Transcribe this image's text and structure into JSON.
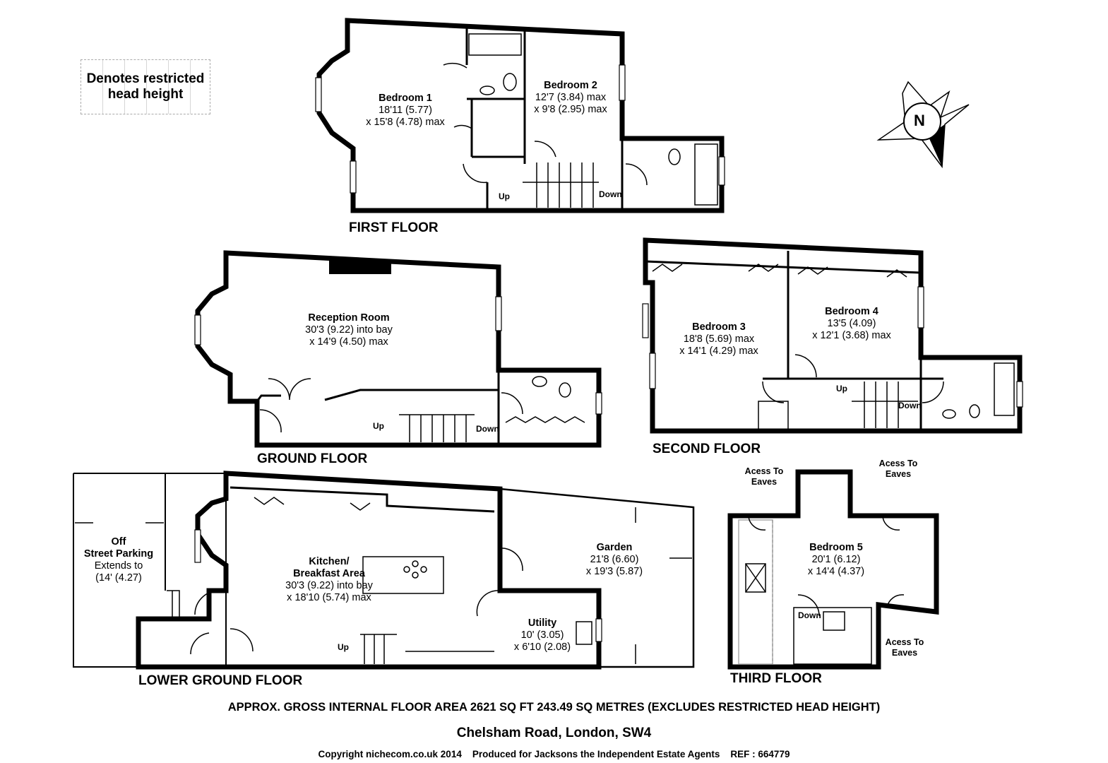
{
  "legend": {
    "text_line1": "Denotes restricted",
    "text_line2": "head height"
  },
  "compass": {
    "letter": "N"
  },
  "floors": {
    "first": "FIRST FLOOR",
    "ground": "GROUND FLOOR",
    "second": "SECOND FLOOR",
    "lower_ground": "LOWER GROUND FLOOR",
    "third": "THIRD FLOOR"
  },
  "rooms": {
    "bedroom1": {
      "name": "Bedroom 1",
      "dim1": "18'11 (5.77)",
      "dim2": "x 15'8 (4.78) max"
    },
    "bedroom2": {
      "name": "Bedroom 2",
      "dim1": "12'7 (3.84) max",
      "dim2": "x 9'8 (2.95) max"
    },
    "reception": {
      "name": "Reception Room",
      "dim1": "30'3 (9.22) into bay",
      "dim2": "x 14'9 (4.50) max"
    },
    "bedroom3": {
      "name": "Bedroom 3",
      "dim1": "18'8 (5.69) max",
      "dim2": "x 14'1 (4.29) max"
    },
    "bedroom4": {
      "name": "Bedroom 4",
      "dim1": "13'5 (4.09)",
      "dim2": "x 12'1 (3.68) max"
    },
    "kitchen": {
      "name1": "Kitchen/",
      "name2": "Breakfast Area",
      "dim1": "30'3 (9.22) into bay",
      "dim2": "x 18'10 (5.74) max"
    },
    "garden": {
      "name": "Garden",
      "dim1": "21'8 (6.60)",
      "dim2": "x 19'3 (5.87)"
    },
    "utility": {
      "name": "Utility",
      "dim1": "10' (3.05)",
      "dim2": "x 6'10 (2.08)"
    },
    "parking": {
      "name1": "Off",
      "name2": "Street Parking",
      "dim1": "Extends to",
      "dim2": "(14' (4.27)"
    },
    "bedroom5": {
      "name": "Bedroom 5",
      "dim1": "20'1 (6.12)",
      "dim2": "x 14'4 (4.37)"
    }
  },
  "stairs": {
    "up": "Up",
    "down": "Down"
  },
  "eaves": {
    "line1": "Acess To",
    "line2": "Eaves"
  },
  "footer": {
    "area": "APPROX. GROSS INTERNAL FLOOR AREA 2621 SQ FT 243.49 SQ METRES (EXCLUDES RESTRICTED HEAD HEIGHT)",
    "address": "Chelsham Road, London, SW4",
    "copyright": "Copyright nichecom.co.uk 2014    Produced for Jacksons the Independent Estate Agents    REF : 664779"
  }
}
